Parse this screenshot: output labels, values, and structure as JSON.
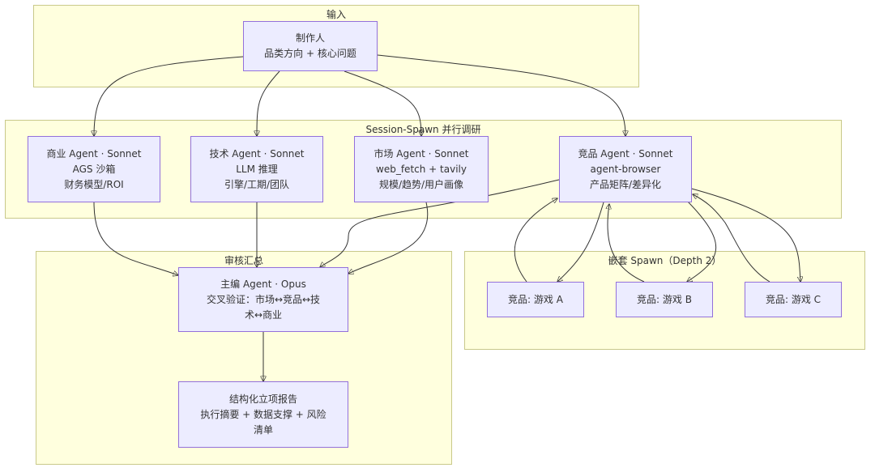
{
  "clusters": {
    "input": {
      "title": "输入"
    },
    "research": {
      "title": "Session-Spawn 并行调研"
    },
    "review": {
      "title": "审核汇总"
    },
    "nested": {
      "title": "嵌套 Spawn（Depth 2）"
    }
  },
  "nodes": {
    "producer": {
      "lines": [
        "制作人",
        "品类方向 + 核心问题"
      ]
    },
    "business": {
      "lines": [
        "商业 Agent · Sonnet",
        "AGS 沙箱",
        "财务模型/ROI"
      ]
    },
    "tech": {
      "lines": [
        "技术 Agent · Sonnet",
        "LLM 推理",
        "引擎/工期/团队"
      ]
    },
    "market": {
      "lines": [
        "市场 Agent · Sonnet",
        "web_fetch + tavily",
        "规模/趋势/用户画像"
      ]
    },
    "competitor": {
      "lines": [
        "竞品 Agent · Sonnet",
        "agent-browser",
        "产品矩阵/差异化"
      ]
    },
    "chief_editor": {
      "lines": [
        "主编 Agent · Opus",
        "交叉验证：市场↔竞品↔技",
        "术↔商业"
      ]
    },
    "report": {
      "lines": [
        "结构化立项报告",
        "执行摘要 + 数据支撑 + 风险",
        "清单"
      ]
    },
    "game_a": {
      "lines": [
        "竞品: 游戏 A"
      ]
    },
    "game_b": {
      "lines": [
        "竞品: 游戏 B"
      ]
    },
    "game_c": {
      "lines": [
        "竞品: 游戏 C"
      ]
    }
  },
  "edges": [
    {
      "from": "producer",
      "to": "business"
    },
    {
      "from": "producer",
      "to": "tech"
    },
    {
      "from": "producer",
      "to": "market"
    },
    {
      "from": "producer",
      "to": "competitor"
    },
    {
      "from": "business",
      "to": "chief_editor"
    },
    {
      "from": "tech",
      "to": "chief_editor"
    },
    {
      "from": "market",
      "to": "chief_editor"
    },
    {
      "from": "competitor",
      "to": "chief_editor"
    },
    {
      "from": "chief_editor",
      "to": "report"
    },
    {
      "from": "competitor",
      "to": "game_a"
    },
    {
      "from": "game_a",
      "to": "competitor"
    },
    {
      "from": "competitor",
      "to": "game_b"
    },
    {
      "from": "game_b",
      "to": "competitor"
    },
    {
      "from": "competitor",
      "to": "game_c"
    },
    {
      "from": "game_c",
      "to": "competitor"
    }
  ]
}
